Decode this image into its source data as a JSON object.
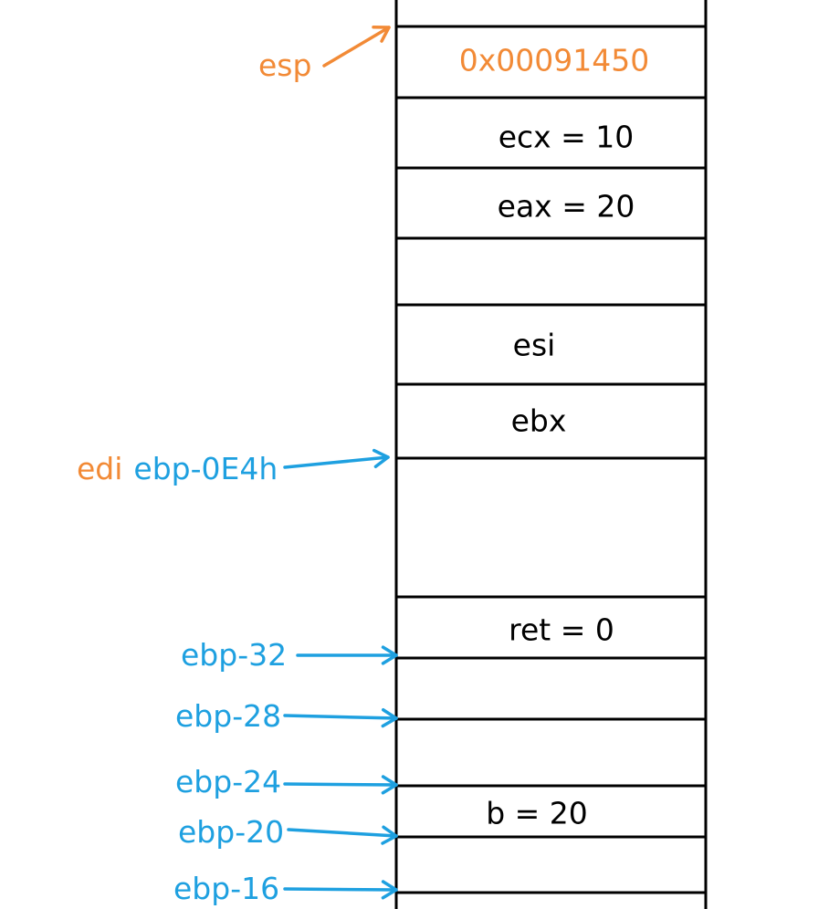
{
  "colors": {
    "ink": "#000000",
    "orange": "#f28a36",
    "blue": "#1ea0e0"
  },
  "stack": {
    "cells": [
      {
        "value": "0x00091450",
        "color": "orange"
      },
      {
        "value": "ecx = 10",
        "color": "ink"
      },
      {
        "value": "eax = 20",
        "color": "ink"
      },
      {
        "value": "",
        "color": "ink"
      },
      {
        "value": "esi",
        "color": "ink"
      },
      {
        "value": "ebx",
        "color": "ink"
      },
      {
        "value": "",
        "color": "ink"
      },
      {
        "value": "ret = 0",
        "color": "ink"
      },
      {
        "value": "",
        "color": "ink"
      },
      {
        "value": "",
        "color": "ink"
      },
      {
        "value": "b = 20",
        "color": "ink"
      },
      {
        "value": "",
        "color": "ink"
      }
    ]
  },
  "pointers": [
    {
      "parts": [
        {
          "text": "esp",
          "color": "orange"
        }
      ],
      "color": "orange"
    },
    {
      "parts": [
        {
          "text": "edi",
          "color": "orange"
        },
        {
          "text": "ebp-0E4h",
          "color": "blue"
        }
      ],
      "color": "blue"
    },
    {
      "parts": [
        {
          "text": "ebp-32",
          "color": "blue"
        }
      ],
      "color": "blue"
    },
    {
      "parts": [
        {
          "text": "ebp-28",
          "color": "blue"
        }
      ],
      "color": "blue"
    },
    {
      "parts": [
        {
          "text": "ebp-24",
          "color": "blue"
        }
      ],
      "color": "blue"
    },
    {
      "parts": [
        {
          "text": "ebp-20",
          "color": "blue"
        }
      ],
      "color": "blue"
    },
    {
      "parts": [
        {
          "text": "ebp-16",
          "color": "blue"
        }
      ],
      "color": "blue"
    }
  ]
}
